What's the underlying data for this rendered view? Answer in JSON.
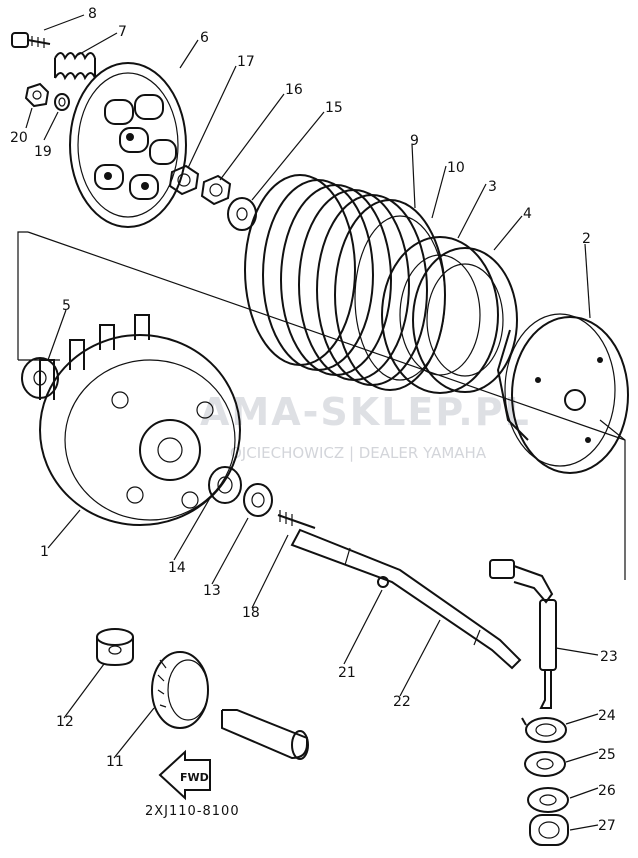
{
  "diagram": {
    "watermark": {
      "line1": "AMA-SKLEP.PL",
      "line2": "OJCIECHOWICZ | DEALER YAMAHA"
    },
    "drawing_code": "2XJ110-8100",
    "fwd_label": "FWD",
    "callouts": {
      "c1": "1",
      "c2": "2",
      "c3": "3",
      "c4": "4",
      "c5": "5",
      "c6": "6",
      "c7": "7",
      "c8": "8",
      "c9": "9",
      "c10": "10",
      "c11": "11",
      "c12": "12",
      "c13": "13",
      "c14": "14",
      "c15": "15",
      "c16": "16",
      "c17": "17",
      "c18": "18",
      "c19": "19",
      "c20": "20",
      "c21": "21",
      "c22": "22",
      "c23": "23",
      "c24": "24",
      "c25": "25",
      "c26": "26",
      "c27": "27"
    }
  }
}
